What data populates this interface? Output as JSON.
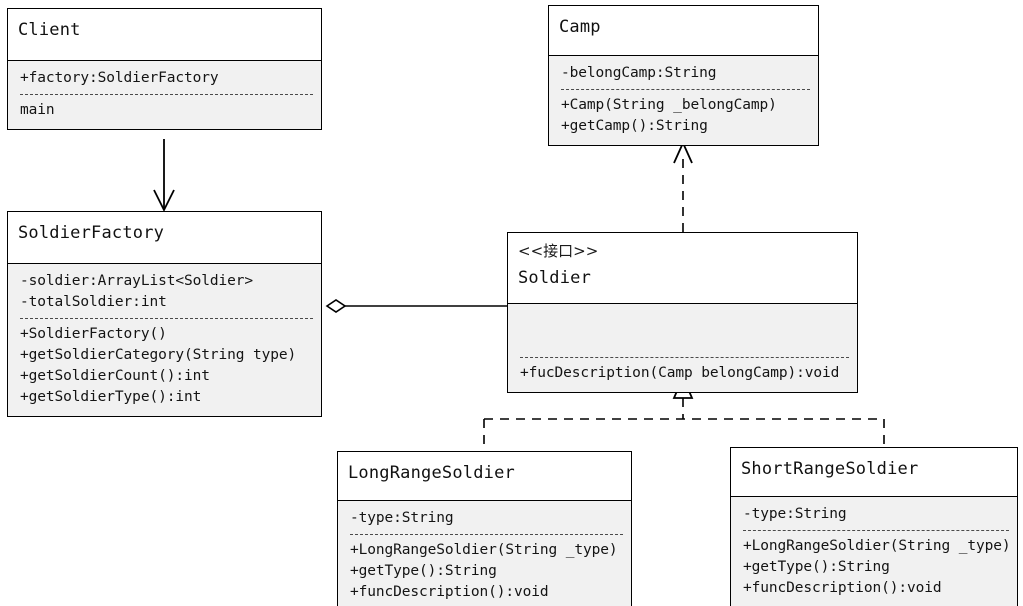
{
  "diagram": {
    "title": "Soldier Factory UML Class Diagram",
    "type": "uml-class-diagram",
    "background_color": "#ffffff",
    "line_color": "#000000",
    "compartment_fill": "#f1f1f1",
    "header_fill": "#ffffff"
  },
  "classes": {
    "client": {
      "name": "Client",
      "stereotype": "",
      "attributes": [
        "+factory:SoldierFactory"
      ],
      "methods": [
        "main"
      ]
    },
    "soldier_factory": {
      "name": "SoldierFactory",
      "stereotype": "",
      "attributes": [
        "-soldier:ArrayList<Soldier>",
        "-totalSoldier:int"
      ],
      "methods": [
        "+SoldierFactory()",
        "+getSoldierCategory(String type)",
        "+getSoldierCount():int",
        "+getSoldierType():int"
      ]
    },
    "camp": {
      "name": "Camp",
      "stereotype": "",
      "attributes": [
        "-belongCamp:String"
      ],
      "methods": [
        "+Camp(String _belongCamp)",
        "+getCamp():String"
      ]
    },
    "soldier": {
      "name": "Soldier",
      "stereotype": "<<接口>>",
      "attributes": [],
      "methods": [
        "+fucDescription(Camp belongCamp):void"
      ]
    },
    "long_range_soldier": {
      "name": "LongRangeSoldier",
      "stereotype": "",
      "attributes": [
        "-type:String"
      ],
      "methods": [
        "+LongRangeSoldier(String _type)",
        "+getType():String",
        "+funcDescription():void"
      ]
    },
    "short_range_soldier": {
      "name": "ShortRangeSoldier",
      "stereotype": "",
      "attributes": [
        "-type:String"
      ],
      "methods": [
        "+LongRangeSoldier(String _type)",
        "+getType():String",
        "+funcDescription():void"
      ]
    }
  },
  "relationships": [
    {
      "id": "client-to-factory",
      "from": "Client",
      "to": "SoldierFactory",
      "kind": "association",
      "line": "solid",
      "arrowhead": "open-arrow"
    },
    {
      "id": "factory-aggregates-soldier",
      "from": "SoldierFactory",
      "to": "Soldier",
      "kind": "aggregation",
      "line": "solid",
      "arrowhead": "hollow-diamond"
    },
    {
      "id": "soldier-depends-camp",
      "from": "Soldier",
      "to": "Camp",
      "kind": "dependency",
      "line": "dashed",
      "arrowhead": "open-arrow"
    },
    {
      "id": "longrange-realizes-soldier",
      "from": "LongRangeSoldier",
      "to": "Soldier",
      "kind": "realization",
      "line": "dashed",
      "arrowhead": "hollow-triangle"
    },
    {
      "id": "shortrange-realizes-soldier",
      "from": "ShortRangeSoldier",
      "to": "Soldier",
      "kind": "realization",
      "line": "dashed",
      "arrowhead": "hollow-triangle"
    }
  ]
}
